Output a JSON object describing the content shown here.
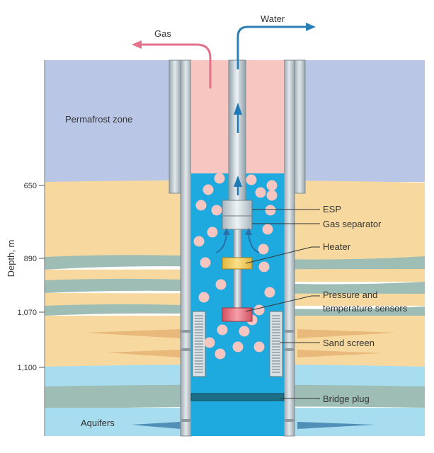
{
  "flows": {
    "gas": "Gas",
    "water": "Water"
  },
  "zones": {
    "permafrost": "Permafrost zone",
    "aquifers": "Aquifers"
  },
  "axis": {
    "label": "Depth, m",
    "ticks": [
      "650",
      "890",
      "1,070",
      "1,100"
    ]
  },
  "components": {
    "esp": "ESP",
    "gas_separator": "Gas separator",
    "heater": "Heater",
    "sensors_line1": "Pressure and",
    "sensors_line2": "temperature sensors",
    "sand_screen": "Sand screen",
    "bridge_plug": "Bridge plug"
  },
  "colors": {
    "permafrost": "#b9c6e6",
    "sand": "#f7d9a0",
    "hydrate_band": "#9dbdb5",
    "aquifer": "#a8dcef",
    "gas_column": "#f7c6c1",
    "water_column": "#1ea9df",
    "gas_arrow": "#e3718a",
    "water_arrow": "#2a7fb6",
    "casing": "#c6cfd4"
  }
}
